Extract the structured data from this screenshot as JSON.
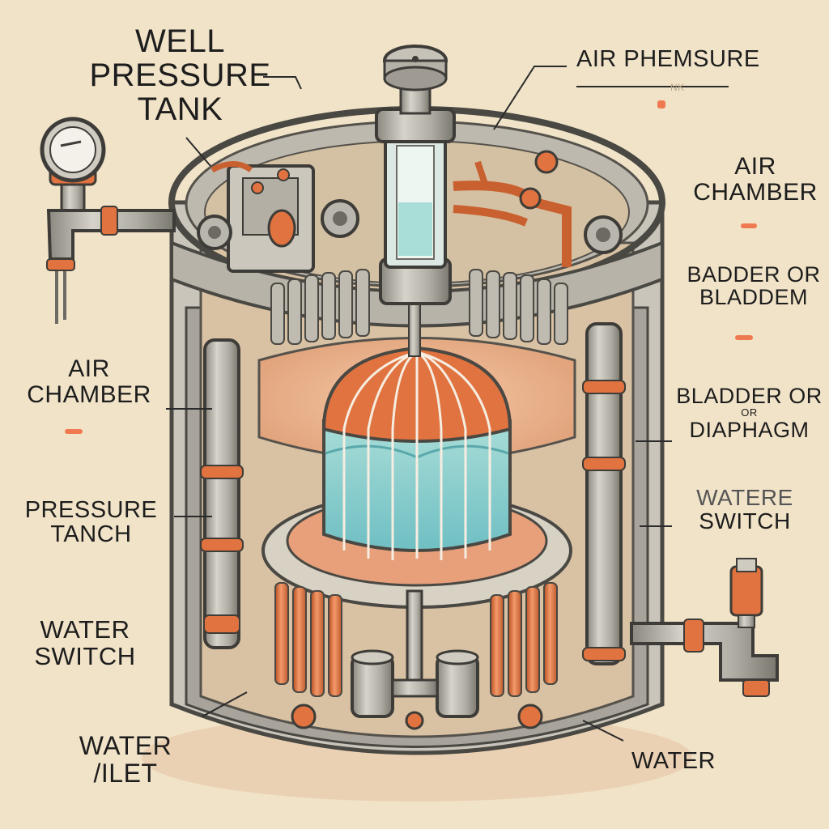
{
  "labels": {
    "well_pressure_tank": [
      "WELL",
      "PRESSURE",
      "TANK"
    ],
    "air_phemsure": "AIR PHEMSURE",
    "nk": "NK",
    "air_chamber_right": [
      "AIR",
      "CHAMBER"
    ],
    "badder_or_bladdem": [
      "BADDER OR",
      "BLADDEM"
    ],
    "bladder_or_diaphagm": [
      "BLADDER OR",
      "OR",
      "DIAPHAGM"
    ],
    "watere_switch": [
      "WATERE",
      "SWITCH"
    ],
    "water_bottom": "WATER",
    "air_chamber_left": [
      "AIR",
      "CHAMBER"
    ],
    "pressure_tanch": [
      "PRESSURE",
      "TANCH"
    ],
    "water_switch_left": [
      "WATER",
      "SWITCH"
    ],
    "water_inlet": [
      "WATER",
      "/ILET"
    ]
  },
  "colors": {
    "background": "#f1e3c8",
    "metal": "#b9b6ad",
    "metal_dark": "#6d6a64",
    "copper": "#e0733f",
    "water": "#8fd0cf",
    "ink": "#1d1d1d",
    "accent": "#ef7a52"
  },
  "icons": [
    "pressure-gauge-icon",
    "faucet-icon",
    "valve-knob-icon"
  ]
}
